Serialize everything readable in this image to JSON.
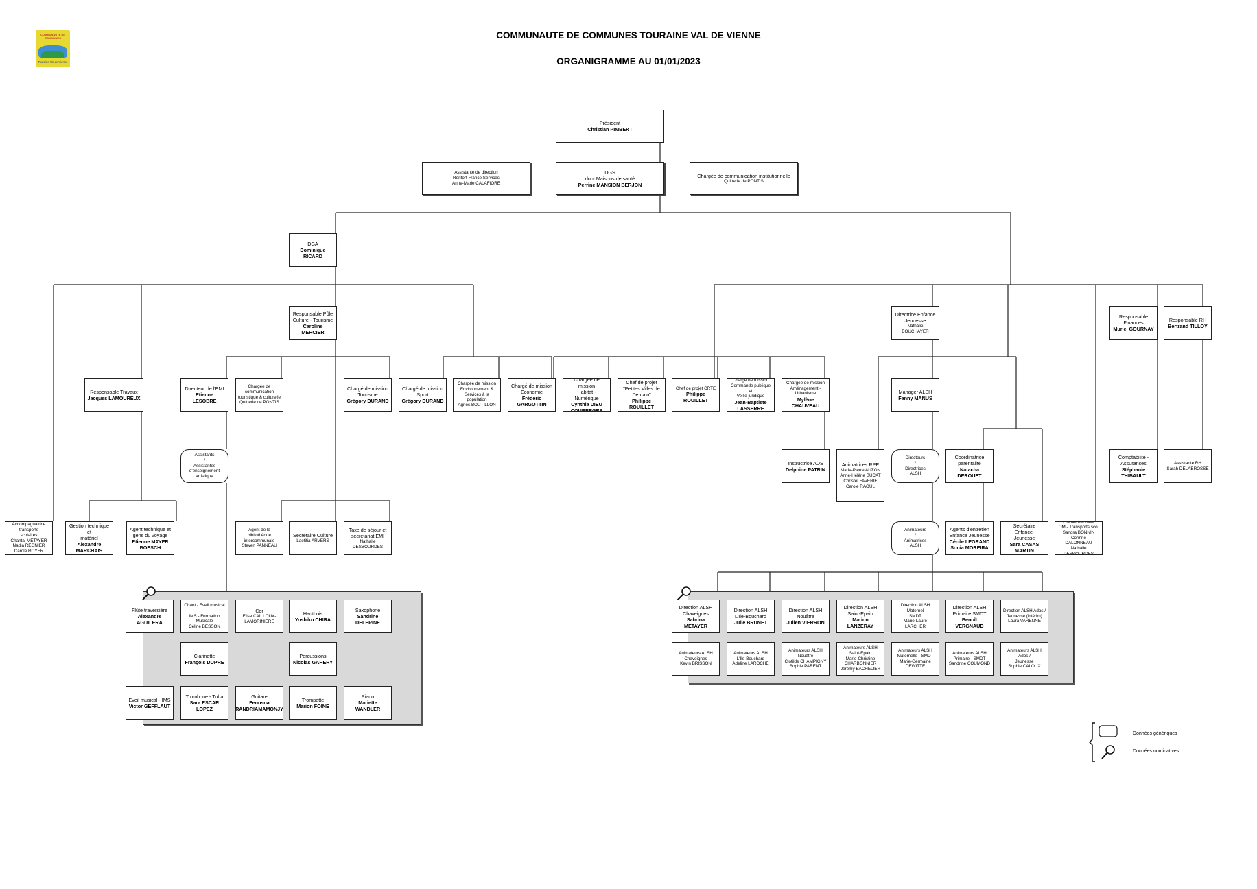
{
  "header": {
    "title": "COMMUNAUTE DE COMMUNES TOURAINE VAL DE VIENNE",
    "subtitle": "ORGANIGRAMME AU 01/01/2023",
    "logo_text_top": "COMMUNAUTE DE COMMUNES",
    "logo_text_bottom": "Touraine Val de Vienne"
  },
  "legend": {
    "generic": "Données génériques",
    "nominative": "Données nominatives"
  },
  "nodes": [
    {
      "id": "president",
      "rows": [
        {
          "t": "Président"
        },
        {
          "t": "Christian PIMBERT",
          "b": 1
        }
      ]
    },
    {
      "id": "asst_dir",
      "rows": [
        {
          "t": "Assistante de direction",
          "s": 1
        },
        {
          "t": "Renfort France Services",
          "s": 1
        },
        {
          "t": "Anne-Marie CALAFIORE",
          "s": 1
        }
      ]
    },
    {
      "id": "dgs",
      "rows": [
        {
          "t": "DGS"
        },
        {
          "t": "dont Maisons de santé"
        },
        {
          "t": "Perrine MANSION BERJON",
          "b": 1
        }
      ]
    },
    {
      "id": "com_inst",
      "rows": [
        {
          "t": "Chargée de communication institutionnelle"
        },
        {
          "t": "Quitterie de PONTIS",
          "s": 1
        }
      ]
    },
    {
      "id": "dga",
      "rows": [
        {
          "t": "DGA"
        },
        {
          "t": "Dominique RICARD",
          "b": 1
        }
      ]
    },
    {
      "id": "pole_culture",
      "rows": [
        {
          "t": "Responsable Pôle"
        },
        {
          "t": "Culture - Tourisme"
        },
        {
          "t": "Caroline MERCIER",
          "b": 1
        }
      ]
    },
    {
      "id": "resp_travaux",
      "rows": [
        {
          "t": "Responsable Travaux"
        },
        {
          "t": "Jacques LAMOUREUX",
          "b": 1
        }
      ]
    },
    {
      "id": "dir_emi",
      "rows": [
        {
          "t": "Directeur de l'EMI"
        },
        {
          "t": "Etienne LESOBRE",
          "b": 1
        }
      ]
    },
    {
      "id": "com_tour",
      "rows": [
        {
          "t": "Chargée de",
          "s": 1
        },
        {
          "t": "communication",
          "s": 1
        },
        {
          "t": "touristique & culturelle",
          "s": 1
        },
        {
          "t": "Quitterie de PONTIS",
          "s": 1
        }
      ]
    },
    {
      "id": "cm_tourisme",
      "rows": [
        {
          "t": "Chargé de mission"
        },
        {
          "t": "Tourisme"
        },
        {
          "t": "Grégory DURAND",
          "b": 1
        }
      ]
    },
    {
      "id": "cm_sport",
      "rows": [
        {
          "t": "Chargé de mission"
        },
        {
          "t": "Sport"
        },
        {
          "t": "Grégory DURAND",
          "b": 1
        }
      ]
    },
    {
      "id": "cm_env",
      "rows": [
        {
          "t": "Chargée de mission",
          "s": 1
        },
        {
          "t": "Environnement &",
          "s": 1
        },
        {
          "t": "Services à la population",
          "s": 1
        },
        {
          "t": "Agnès BOUTILLON",
          "s": 1
        }
      ]
    },
    {
      "id": "cm_eco",
      "rows": [
        {
          "t": "Chargé de mission"
        },
        {
          "t": "Economie"
        },
        {
          "t": "Frédéric GARGOTTIN",
          "b": 1
        }
      ]
    },
    {
      "id": "cm_habitat",
      "rows": [
        {
          "t": "Chargée de mission"
        },
        {
          "t": "Habitat - Numérique"
        },
        {
          "t": "Cynthia DIEU",
          "b": 1
        },
        {
          "t": "COURREGES",
          "b": 1
        }
      ]
    },
    {
      "id": "cp_pvd",
      "rows": [
        {
          "t": "Chef de projet"
        },
        {
          "t": "\"Petites Villes de"
        },
        {
          "t": "Demain\""
        },
        {
          "t": "Philippe ROUILLET",
          "b": 1
        }
      ]
    },
    {
      "id": "cp_crte",
      "rows": [
        {
          "t": "Chef de projet CRTE",
          "s": 1
        },
        {
          "t": "Philippe ROUILLET",
          "b": 1
        }
      ]
    },
    {
      "id": "cm_cmd",
      "rows": [
        {
          "t": "Chargé de mission",
          "s": 1
        },
        {
          "t": "Commande publique et",
          "s": 1
        },
        {
          "t": "Veille juridique",
          "s": 1
        },
        {
          "t": "Jean-Baptiste",
          "b": 1
        },
        {
          "t": "LASSERRE",
          "b": 1
        }
      ]
    },
    {
      "id": "cm_amgt",
      "rows": [
        {
          "t": "Chargée de mission",
          "s": 1
        },
        {
          "t": "Aménagement -",
          "s": 1
        },
        {
          "t": "Urbanisme",
          "s": 1
        },
        {
          "t": "Mylène CHAUVEAU",
          "b": 1
        }
      ]
    },
    {
      "id": "instr_ads",
      "rows": [
        {
          "t": "Instructrice ADS"
        },
        {
          "t": "Delphine PATRIN",
          "b": 1
        }
      ]
    },
    {
      "id": "dir_enfance",
      "rows": [
        {
          "t": "Directrice Enfance"
        },
        {
          "t": "Jeunesse"
        },
        {
          "t": "Nathalie BOUCHAYER",
          "s": 1
        }
      ]
    },
    {
      "id": "resp_fin",
      "rows": [
        {
          "t": "Responsable Finances"
        },
        {
          "t": "Muriel GOURNAY",
          "b": 1
        }
      ]
    },
    {
      "id": "resp_rh",
      "rows": [
        {
          "t": "Responsable RH"
        },
        {
          "t": "Bertrand TILLOY",
          "b": 1
        }
      ]
    },
    {
      "id": "manager_alsh",
      "rows": [
        {
          "t": "Manager ALSH"
        },
        {
          "t": "Fanny MANUS",
          "b": 1
        }
      ]
    },
    {
      "id": "anim_rpe",
      "rows": [
        {
          "t": "Animatrices RPE"
        },
        {
          "t": "Marie-Pierre AUZON",
          "s": 1
        },
        {
          "t": "Anne-Hélène BUCAT",
          "s": 1
        },
        {
          "t": "Christel FAVERIE",
          "s": 1
        },
        {
          "t": "Carole RAOUL",
          "s": 1
        }
      ]
    },
    {
      "id": "directeurs_alsh",
      "rows": [
        {
          "t": "Directeurs",
          "s": 1
        },
        {
          "t": "/",
          "s": 1
        },
        {
          "t": "Directrices",
          "s": 1
        },
        {
          "t": "ALSH",
          "s": 1
        }
      ]
    },
    {
      "id": "coord_par",
      "rows": [
        {
          "t": "Coordinatrice"
        },
        {
          "t": "parentalité"
        },
        {
          "t": "Natacha DEROUET",
          "b": 1
        }
      ]
    },
    {
      "id": "comptable",
      "rows": [
        {
          "t": "Comptabilité -"
        },
        {
          "t": "Assurances"
        },
        {
          "t": "Stéphanie THIBAULT",
          "b": 1
        }
      ]
    },
    {
      "id": "asst_rh",
      "rows": [
        {
          "t": "Assistante RH",
          "s": 1
        },
        {
          "t": "Sarah DELABROSSE",
          "s": 1
        }
      ]
    },
    {
      "id": "assistants_emi",
      "rows": [
        {
          "t": "Assistants",
          "s": 1
        },
        {
          "t": "/",
          "s": 1
        },
        {
          "t": "Assistantes",
          "s": 1
        },
        {
          "t": "d'enseignement",
          "s": 1
        },
        {
          "t": "artistique",
          "s": 1
        }
      ]
    },
    {
      "id": "accomp",
      "rows": [
        {
          "t": "Accompagnatrice transports",
          "s": 1
        },
        {
          "t": "scolaires",
          "s": 1
        },
        {
          "t": "Chantal METAYER",
          "s": 1
        },
        {
          "t": "Nadia REGNIER",
          "s": 1
        },
        {
          "t": "Carole ROYER",
          "s": 1
        }
      ]
    },
    {
      "id": "gestion_tech",
      "rows": [
        {
          "t": "Gestion technique et"
        },
        {
          "t": "matériel"
        },
        {
          "t": "Alexandre",
          "b": 1
        },
        {
          "t": "MARCHAIS",
          "b": 1
        }
      ]
    },
    {
      "id": "agent_tech",
      "rows": [
        {
          "t": "Agent technique et"
        },
        {
          "t": "gens du voyage"
        },
        {
          "t": "Etienne MAYER",
          "b": 1
        },
        {
          "t": "BOESCH",
          "b": 1
        }
      ]
    },
    {
      "id": "agent_biblio",
      "rows": [
        {
          "t": "Agent de la bibliothèque",
          "s": 1
        },
        {
          "t": "intercommunale",
          "s": 1
        },
        {
          "t": "Steven PANNEAU",
          "s": 1
        }
      ]
    },
    {
      "id": "secr_culture",
      "rows": [
        {
          "t": "Secrétaire Culture"
        },
        {
          "t": "Laetitia ARVERS",
          "s": 1
        }
      ]
    },
    {
      "id": "taxe_sejour",
      "rows": [
        {
          "t": "Taxe de séjour et"
        },
        {
          "t": "secrétariat EMI"
        },
        {
          "t": "Nathalie DESBOURDES",
          "s": 1
        }
      ]
    },
    {
      "id": "animateurs_alsh",
      "rows": [
        {
          "t": "Animateurs",
          "s": 1
        },
        {
          "t": "/",
          "s": 1
        },
        {
          "t": "Animatrices",
          "s": 1
        },
        {
          "t": "ALSH",
          "s": 1
        }
      ]
    },
    {
      "id": "agents_entr",
      "rows": [
        {
          "t": "Agents d'entretien"
        },
        {
          "t": "Enfance Jeunesse"
        },
        {
          "t": "Cécile LEGRAND",
          "b": 1
        },
        {
          "t": "Sonia MOREIRA",
          "b": 1
        }
      ]
    },
    {
      "id": "secr_enfance",
      "rows": [
        {
          "t": "Secrétaire Enfance-"
        },
        {
          "t": "Jeunesse"
        },
        {
          "t": "Sara CASAS MARTIN",
          "b": 1
        }
      ]
    },
    {
      "id": "france_serv",
      "rows": [
        {
          "t": "France Services",
          "s": 1
        },
        {
          "t": "OM - Transports sco.",
          "s": 1
        },
        {
          "t": "Sandra BONNIN",
          "s": 1
        },
        {
          "t": "Corinne DALONNEAU",
          "s": 1
        },
        {
          "t": "Nathalie DESBOURDES",
          "s": 1
        }
      ]
    },
    {
      "id": "m1",
      "rows": [
        {
          "t": "Flûte traversière"
        },
        {
          "t": "Alexandre AGUILERA",
          "b": 1
        }
      ]
    },
    {
      "id": "m2",
      "rows": [
        {
          "t": "Chant - Eveil musical -",
          "s": 1
        },
        {
          "t": "IMS - Formation",
          "s": 1
        },
        {
          "t": "Musicale",
          "s": 1
        },
        {
          "t": "Céline BESSON",
          "s": 1
        }
      ]
    },
    {
      "id": "m3",
      "rows": [
        {
          "t": "Cor"
        },
        {
          "t": "Elise CAILLOUX-",
          "s": 1
        },
        {
          "t": "LAMORINIERE",
          "s": 1
        }
      ]
    },
    {
      "id": "m4",
      "rows": [
        {
          "t": "Hautbois"
        },
        {
          "t": "Yoshiko CHIRA",
          "b": 1
        }
      ]
    },
    {
      "id": "m5",
      "rows": [
        {
          "t": "Saxophone"
        },
        {
          "t": "Sandrine DELEPINE",
          "b": 1
        }
      ]
    },
    {
      "id": "m6",
      "rows": [
        {
          "t": "Clarinette"
        },
        {
          "t": "François DUPRE",
          "b": 1
        }
      ]
    },
    {
      "id": "m7",
      "rows": [
        {
          "t": "Percussions"
        },
        {
          "t": "Nicolas GAHERY",
          "b": 1
        }
      ]
    },
    {
      "id": "m8",
      "rows": [
        {
          "t": "Eveil musical - IMS"
        },
        {
          "t": "Victor GEFFLAUT",
          "b": 1
        }
      ]
    },
    {
      "id": "m9",
      "rows": [
        {
          "t": "Trombone - Tuba"
        },
        {
          "t": "Sara ESCAR LOPEZ",
          "b": 1
        }
      ]
    },
    {
      "id": "m10",
      "rows": [
        {
          "t": "Guitare"
        },
        {
          "t": "Fenosoa",
          "b": 1
        },
        {
          "t": "RANDRIAMAMONJY",
          "b": 1
        }
      ]
    },
    {
      "id": "m11",
      "rows": [
        {
          "t": "Trompette"
        },
        {
          "t": "Marion FOINE",
          "b": 1
        }
      ]
    },
    {
      "id": "m12",
      "rows": [
        {
          "t": "Piano"
        },
        {
          "t": "Mariette WANDLER",
          "b": 1
        }
      ]
    },
    {
      "id": "a1",
      "rows": [
        {
          "t": "Direction ALSH"
        },
        {
          "t": "Chaveignes"
        },
        {
          "t": "Sabrina METAYER",
          "b": 1
        }
      ]
    },
    {
      "id": "a2",
      "rows": [
        {
          "t": "Direction ALSH"
        },
        {
          "t": "L'Ile-Bouchard"
        },
        {
          "t": "Julie BRUNET",
          "b": 1
        }
      ]
    },
    {
      "id": "a3",
      "rows": [
        {
          "t": "Direction ALSH"
        },
        {
          "t": "Nouâtre"
        },
        {
          "t": "Julien VIERRON",
          "b": 1
        }
      ]
    },
    {
      "id": "a4",
      "rows": [
        {
          "t": "Direction ALSH"
        },
        {
          "t": "Saint-Epain"
        },
        {
          "t": "Marion LANZERAY",
          "b": 1
        }
      ]
    },
    {
      "id": "a5",
      "rows": [
        {
          "t": "Direction ALSH Maternel",
          "s": 1
        },
        {
          "t": "SMDT",
          "s": 1
        },
        {
          "t": "Marie-Laure LARCHER",
          "s": 1
        }
      ]
    },
    {
      "id": "a6",
      "rows": [
        {
          "t": "Direction ALSH"
        },
        {
          "t": "Primaire SMDT"
        },
        {
          "t": "Benoît VERGNAUD",
          "b": 1
        }
      ]
    },
    {
      "id": "a7",
      "rows": [
        {
          "t": "Direction ALSH Ados /",
          "s": 1
        },
        {
          "t": "Jeunesse (intérim)",
          "s": 1
        },
        {
          "t": "Laura VARENNE",
          "s": 1
        }
      ]
    },
    {
      "id": "b1",
      "rows": [
        {
          "t": "Animateurs ALSH",
          "s": 1
        },
        {
          "t": "Chaveignes",
          "s": 1
        },
        {
          "t": "Kevin BRISSON",
          "s": 1
        }
      ]
    },
    {
      "id": "b2",
      "rows": [
        {
          "t": "Animateurs ALSH",
          "s": 1
        },
        {
          "t": "L'Ile-Bouchard",
          "s": 1
        },
        {
          "t": "Adeline LAROCHE",
          "s": 1
        }
      ]
    },
    {
      "id": "b3",
      "rows": [
        {
          "t": "Animateurs ALSH",
          "s": 1
        },
        {
          "t": "Nouâtre",
          "s": 1
        },
        {
          "t": "Clotilde CHAMPIGNY",
          "s": 1
        },
        {
          "t": "Sophie PARENT",
          "s": 1
        }
      ]
    },
    {
      "id": "b4",
      "rows": [
        {
          "t": "Animateurs ALSH",
          "s": 1
        },
        {
          "t": "Saint-Epain",
          "s": 1
        },
        {
          "t": "Marie-Christine",
          "s": 1
        },
        {
          "t": "CHARBONNIER",
          "s": 1
        },
        {
          "t": "Jérémy BACHELIER",
          "s": 1
        }
      ]
    },
    {
      "id": "b5",
      "rows": [
        {
          "t": "Animateurs ALSH",
          "s": 1
        },
        {
          "t": "Maternelle - SMDT",
          "s": 1
        },
        {
          "t": "Marie-Germaine DEWITTE",
          "s": 1
        }
      ]
    },
    {
      "id": "b6",
      "rows": [
        {
          "t": "Animateurs ALSH",
          "s": 1
        },
        {
          "t": "Primaire - SMDT",
          "s": 1
        },
        {
          "t": "Sandrine COUMOND",
          "s": 1
        }
      ]
    },
    {
      "id": "b7",
      "rows": [
        {
          "t": "Animateurs ALSH Ados /",
          "s": 1
        },
        {
          "t": "Jeunesse",
          "s": 1
        },
        {
          "t": "Sophie CALOUX",
          "s": 1
        }
      ]
    }
  ]
}
